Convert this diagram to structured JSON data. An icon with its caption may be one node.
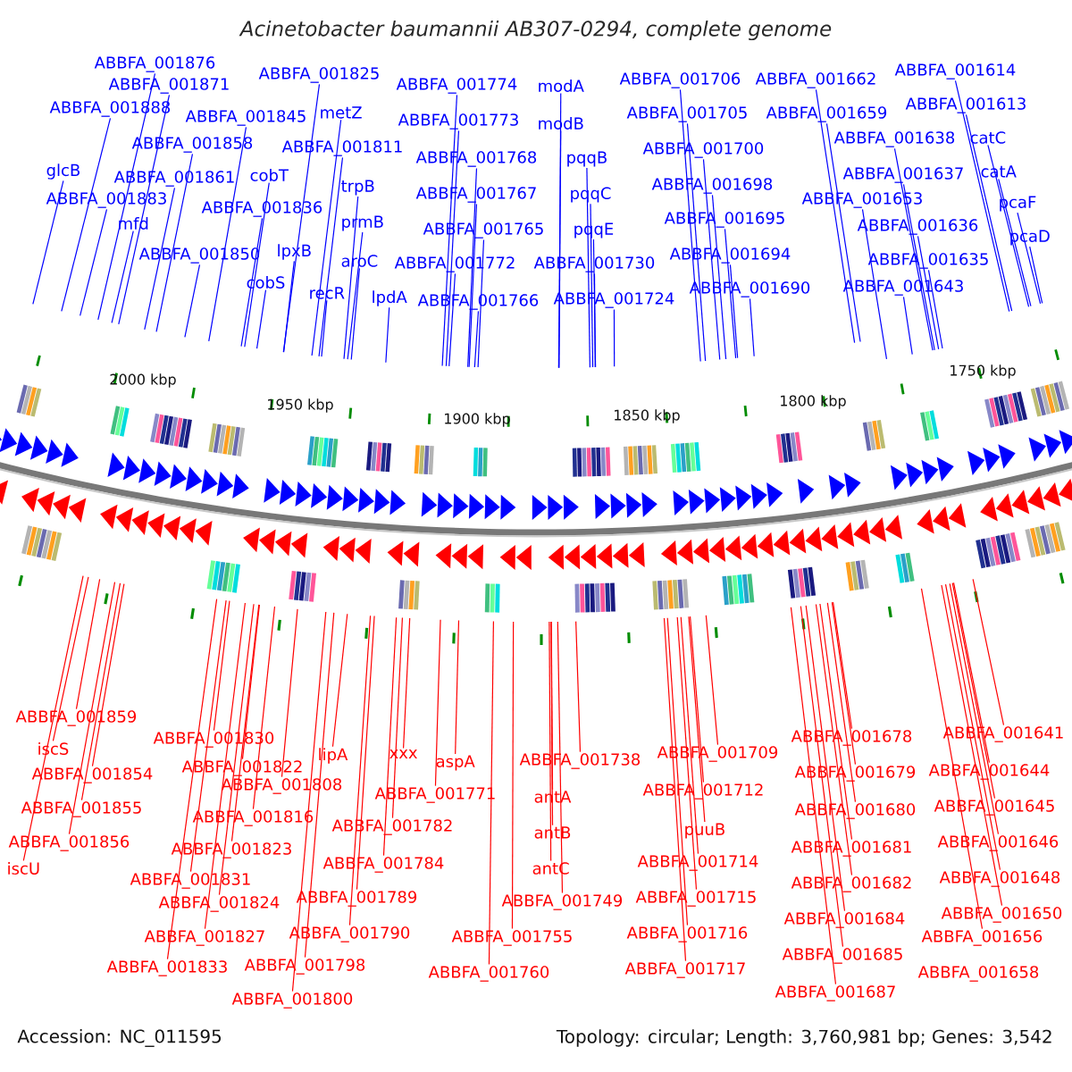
{
  "diagram": {
    "title": "Acinetobacter baumannii AB307-0294, complete genome",
    "nodes": [
      {
        "text": [
          "ABBFA_001876"
        ]
      },
      {
        "text": [
          "ABBFA_001871"
        ]
      },
      {
        "text": [
          "ABBFA_001888"
        ]
      },
      {
        "text": [
          "ABBFA_001845"
        ]
      },
      {
        "text": [
          "ABBFA_001825"
        ]
      },
      {
        "text": [
          "metZ"
        ]
      },
      {
        "text": [
          "ABBFA_001858"
        ]
      },
      {
        "text": [
          "ABBFA_001811"
        ]
      },
      {
        "text": [
          "glcB"
        ]
      },
      {
        "text": [
          "ABBFA_001861"
        ]
      },
      {
        "text": [
          "cobT"
        ]
      },
      {
        "text": [
          "trpB"
        ]
      },
      {
        "text": [
          "ABBFA_001883"
        ]
      },
      {
        "text": [
          "ABBFA_001836"
        ]
      },
      {
        "text": [
          "mfd"
        ]
      },
      {
        "text": [
          "prmB"
        ]
      },
      {
        "text": [
          "ABBFA_001850"
        ]
      },
      {
        "text": [
          "lpxB"
        ]
      },
      {
        "text": [
          "aroC"
        ]
      },
      {
        "text": [
          "cobS"
        ]
      },
      {
        "text": [
          "recR"
        ]
      },
      {
        "text": [
          "lpdA"
        ]
      },
      {
        "text": [
          "ABBFA_001774"
        ]
      },
      {
        "text": [
          "ABBFA_001773"
        ]
      },
      {
        "text": [
          "ABBFA_001768"
        ]
      },
      {
        "text": [
          "ABBFA_001767"
        ]
      },
      {
        "text": [
          "ABBFA_001765"
        ]
      },
      {
        "text": [
          "ABBFA_001772"
        ]
      },
      {
        "text": [
          "ABBFA_001766"
        ]
      },
      {
        "text": [
          "modA"
        ]
      },
      {
        "text": [
          "modB"
        ]
      },
      {
        "text": [
          "pqqB"
        ]
      },
      {
        "text": [
          "pqqC"
        ]
      },
      {
        "text": [
          "pqqE"
        ]
      },
      {
        "text": [
          "ABBFA_001730"
        ]
      },
      {
        "text": [
          "ABBFA_001724"
        ]
      },
      {
        "text": [
          "ABBFA_001706"
        ]
      },
      {
        "text": [
          "ABBFA_001705"
        ]
      },
      {
        "text": [
          "ABBFA_001700"
        ]
      },
      {
        "text": [
          "ABBFA_001698"
        ]
      },
      {
        "text": [
          "ABBFA_001695"
        ]
      },
      {
        "text": [
          "ABBFA_001694"
        ]
      },
      {
        "text": [
          "ABBFA_001690"
        ]
      },
      {
        "text": [
          "ABBFA_001662"
        ]
      },
      {
        "text": [
          "ABBFA_001659"
        ]
      },
      {
        "text": [
          "ABBFA_001638"
        ]
      },
      {
        "text": [
          "ABBFA_001637"
        ]
      },
      {
        "text": [
          "ABBFA_001653"
        ]
      },
      {
        "text": [
          "ABBFA_001636"
        ]
      },
      {
        "text": [
          "ABBFA_001635"
        ]
      },
      {
        "text": [
          "ABBFA_001643"
        ]
      },
      {
        "text": [
          "ABBFA_001614"
        ]
      },
      {
        "text": [
          "ABBFA_001613"
        ]
      },
      {
        "text": [
          "catC"
        ]
      },
      {
        "text": [
          "catA"
        ]
      },
      {
        "text": [
          "pcaF"
        ]
      },
      {
        "text": [
          "pcaD"
        ]
      },
      {
        "text": [
          "ABBFA_001859"
        ]
      },
      {
        "text": [
          "iscS"
        ]
      },
      {
        "text": [
          "ABBFA_001854"
        ]
      },
      {
        "text": [
          "ABBFA_001855"
        ]
      },
      {
        "text": [
          "ABBFA_001856"
        ]
      },
      {
        "text": [
          "iscU"
        ]
      },
      {
        "text": [
          "ABBFA_001830"
        ]
      },
      {
        "text": [
          "ABBFA_001822"
        ]
      },
      {
        "text": [
          "lipA"
        ]
      },
      {
        "text": [
          "xxx"
        ]
      },
      {
        "text": [
          "aspA"
        ]
      },
      {
        "text": [
          "ABBFA_001808"
        ]
      },
      {
        "text": [
          "ABBFA_001771"
        ]
      },
      {
        "text": [
          "ABBFA_001816"
        ]
      },
      {
        "text": [
          "ABBFA_001782"
        ]
      },
      {
        "text": [
          "ABBFA_001823"
        ]
      },
      {
        "text": [
          "ABBFA_001784"
        ]
      },
      {
        "text": [
          "ABBFA_001831"
        ]
      },
      {
        "text": [
          "ABBFA_001824"
        ]
      },
      {
        "text": [
          "ABBFA_001789"
        ]
      },
      {
        "text": [
          "ABBFA_001827"
        ]
      },
      {
        "text": [
          "ABBFA_001790"
        ]
      },
      {
        "text": [
          "ABBFA_001833"
        ]
      },
      {
        "text": [
          "ABBFA_001798"
        ]
      },
      {
        "text": [
          "ABBFA_001800"
        ]
      },
      {
        "text": [
          "ABBFA_001738"
        ]
      },
      {
        "text": [
          "antA"
        ]
      },
      {
        "text": [
          "antB"
        ]
      },
      {
        "text": [
          "antC"
        ]
      },
      {
        "text": [
          "ABBFA_001749"
        ]
      },
      {
        "text": [
          "ABBFA_001755"
        ]
      },
      {
        "text": [
          "ABBFA_001760"
        ]
      },
      {
        "text": [
          "ABBFA_001709"
        ]
      },
      {
        "text": [
          "ABBFA_001712"
        ]
      },
      {
        "text": [
          "puuB"
        ]
      },
      {
        "text": [
          "ABBFA_001714"
        ]
      },
      {
        "text": [
          "ABBFA_001715"
        ]
      },
      {
        "text": [
          "ABBFA_001716"
        ]
      },
      {
        "text": [
          "ABBFA_001717"
        ]
      },
      {
        "text": [
          "ABBFA_001678"
        ]
      },
      {
        "text": [
          "ABBFA_001679"
        ]
      },
      {
        "text": [
          "ABBFA_001680"
        ]
      },
      {
        "text": [
          "ABBFA_001681"
        ]
      },
      {
        "text": [
          "ABBFA_001682"
        ]
      },
      {
        "text": [
          "ABBFA_001684"
        ]
      },
      {
        "text": [
          "ABBFA_001685"
        ]
      },
      {
        "text": [
          "ABBFA_001687"
        ]
      },
      {
        "text": [
          "ABBFA_001641"
        ]
      },
      {
        "text": [
          "ABBFA_001644"
        ]
      },
      {
        "text": [
          "ABBFA_001645"
        ]
      },
      {
        "text": [
          "ABBFA_001646"
        ]
      },
      {
        "text": [
          "ABBFA_001648"
        ]
      },
      {
        "text": [
          "ABBFA_001650"
        ]
      },
      {
        "text": [
          "ABBFA_001656"
        ]
      },
      {
        "text": [
          "ABBFA_001658"
        ]
      }
    ],
    "edges": [
      {
        "from": 0,
        "to": null,
        "arrow": "none"
      },
      {
        "from": 1,
        "to": null,
        "arrow": "none"
      },
      {
        "from": 2,
        "to": null,
        "arrow": "none"
      },
      {
        "from": 3,
        "to": null,
        "arrow": "none"
      },
      {
        "from": 4,
        "to": null,
        "arrow": "none"
      },
      {
        "from": 5,
        "to": null,
        "arrow": "none"
      },
      {
        "from": 6,
        "to": null,
        "arrow": "none"
      },
      {
        "from": 7,
        "to": null,
        "arrow": "none"
      },
      {
        "from": 8,
        "to": null,
        "arrow": "none"
      },
      {
        "from": 9,
        "to": null,
        "arrow": "none"
      },
      {
        "from": 10,
        "to": null,
        "arrow": "none"
      },
      {
        "from": 11,
        "to": null,
        "arrow": "none"
      },
      {
        "from": 12,
        "to": null,
        "arrow": "none"
      },
      {
        "from": 13,
        "to": null,
        "arrow": "none"
      },
      {
        "from": 14,
        "to": null,
        "arrow": "none"
      },
      {
        "from": 15,
        "to": null,
        "arrow": "none"
      },
      {
        "from": 16,
        "to": null,
        "arrow": "none"
      },
      {
        "from": 17,
        "to": null,
        "arrow": "none"
      },
      {
        "from": 18,
        "to": null,
        "arrow": "none"
      },
      {
        "from": 19,
        "to": null,
        "arrow": "none"
      },
      {
        "from": 20,
        "to": null,
        "arrow": "none"
      },
      {
        "from": 21,
        "to": null,
        "arrow": "none"
      },
      {
        "from": 22,
        "to": null,
        "arrow": "none"
      },
      {
        "from": 23,
        "to": null,
        "arrow": "none"
      },
      {
        "from": 24,
        "to": null,
        "arrow": "none"
      },
      {
        "from": 25,
        "to": null,
        "arrow": "none"
      },
      {
        "from": 26,
        "to": null,
        "arrow": "none"
      },
      {
        "from": 27,
        "to": null,
        "arrow": "none"
      },
      {
        "from": 28,
        "to": null,
        "arrow": "none"
      },
      {
        "from": 29,
        "to": null,
        "arrow": "none"
      },
      {
        "from": 30,
        "to": null,
        "arrow": "none"
      },
      {
        "from": 31,
        "to": null,
        "arrow": "none"
      },
      {
        "from": 32,
        "to": null,
        "arrow": "none"
      },
      {
        "from": 33,
        "to": null,
        "arrow": "none"
      },
      {
        "from": 34,
        "to": null,
        "arrow": "none"
      },
      {
        "from": 35,
        "to": null,
        "arrow": "none"
      },
      {
        "from": 36,
        "to": null,
        "arrow": "none"
      },
      {
        "from": 37,
        "to": null,
        "arrow": "none"
      },
      {
        "from": 38,
        "to": null,
        "arrow": "none"
      },
      {
        "from": 39,
        "to": null,
        "arrow": "none"
      },
      {
        "from": 40,
        "to": null,
        "arrow": "none"
      },
      {
        "from": 41,
        "to": null,
        "arrow": "none"
      },
      {
        "from": 42,
        "to": null,
        "arrow": "none"
      },
      {
        "from": 43,
        "to": null,
        "arrow": "none"
      },
      {
        "from": 44,
        "to": null,
        "arrow": "none"
      },
      {
        "from": 45,
        "to": null,
        "arrow": "none"
      },
      {
        "from": 46,
        "to": null,
        "arrow": "none"
      },
      {
        "from": 47,
        "to": null,
        "arrow": "none"
      },
      {
        "from": 48,
        "to": null,
        "arrow": "none"
      },
      {
        "from": 49,
        "to": null,
        "arrow": "none"
      },
      {
        "from": 50,
        "to": null,
        "arrow": "none"
      },
      {
        "from": 51,
        "to": null,
        "arrow": "none"
      },
      {
        "from": 52,
        "to": null,
        "arrow": "none"
      },
      {
        "from": 53,
        "to": null,
        "arrow": "none"
      },
      {
        "from": 54,
        "to": null,
        "arrow": "none"
      },
      {
        "from": 55,
        "to": null,
        "arrow": "none"
      },
      {
        "from": 56,
        "to": null,
        "arrow": "none"
      },
      {
        "from": 57,
        "to": null,
        "arrow": "none",
        "color": "#ff0000"
      },
      {
        "from": 58,
        "to": null,
        "arrow": "none",
        "color": "#ff0000"
      },
      {
        "from": 59,
        "to": null,
        "arrow": "none",
        "color": "#ff0000"
      },
      {
        "from": 60,
        "to": null,
        "arrow": "none",
        "color": "#ff0000"
      },
      {
        "from": 61,
        "to": null,
        "arrow": "none",
        "color": "#ff0000"
      },
      {
        "from": 62,
        "to": null,
        "arrow": "none",
        "color": "#ff0000"
      },
      {
        "from": 63,
        "to": null,
        "arrow": "none",
        "color": "#ff0000"
      },
      {
        "from": 64,
        "to": null,
        "arrow": "none",
        "color": "#ff0000"
      },
      {
        "from": 65,
        "to": null,
        "arrow": "none",
        "color": "#ff0000"
      },
      {
        "from": 66,
        "to": null,
        "arrow": "none",
        "color": "#ff0000"
      },
      {
        "from": 67,
        "to": null,
        "arrow": "none",
        "color": "#ff0000"
      },
      {
        "from": 68,
        "to": null,
        "arrow": "none",
        "color": "#ff0000"
      },
      {
        "from": 69,
        "to": null,
        "arrow": "none",
        "color": "#ff0000"
      },
      {
        "from": 70,
        "to": null,
        "arrow": "none",
        "color": "#ff0000"
      },
      {
        "from": 71,
        "to": null,
        "arrow": "none",
        "color": "#ff0000"
      },
      {
        "from": 72,
        "to": null,
        "arrow": "none",
        "color": "#ff0000"
      },
      {
        "from": 73,
        "to": null,
        "arrow": "none",
        "color": "#ff0000"
      },
      {
        "from": 74,
        "to": null,
        "arrow": "none",
        "color": "#ff0000"
      },
      {
        "from": 75,
        "to": null,
        "arrow": "none",
        "color": "#ff0000"
      },
      {
        "from": 76,
        "to": null,
        "arrow": "none",
        "color": "#ff0000"
      },
      {
        "from": 77,
        "to": null,
        "arrow": "none",
        "color": "#ff0000"
      },
      {
        "from": 78,
        "to": null,
        "arrow": "none",
        "color": "#ff0000"
      },
      {
        "from": 79,
        "to": null,
        "arrow": "none",
        "color": "#ff0000"
      },
      {
        "from": 80,
        "to": null,
        "arrow": "none",
        "color": "#ff0000"
      },
      {
        "from": 81,
        "to": null,
        "arrow": "none",
        "color": "#ff0000"
      },
      {
        "from": 82,
        "to": null,
        "arrow": "none",
        "color": "#ff0000"
      },
      {
        "from": 83,
        "to": null,
        "arrow": "none",
        "color": "#ff0000"
      },
      {
        "from": 84,
        "to": null,
        "arrow": "none",
        "color": "#ff0000"
      },
      {
        "from": 85,
        "to": null,
        "arrow": "none",
        "color": "#ff0000"
      },
      {
        "from": 86,
        "to": null,
        "arrow": "none",
        "color": "#ff0000"
      },
      {
        "from": 87,
        "to": null,
        "arrow": "none",
        "color": "#ff0000"
      },
      {
        "from": 88,
        "to": null,
        "arrow": "none",
        "color": "#ff0000"
      },
      {
        "from": 89,
        "to": null,
        "arrow": "none",
        "color": "#ff0000"
      },
      {
        "from": 90,
        "to": null,
        "arrow": "none",
        "color": "#ff0000"
      },
      {
        "from": 91,
        "to": null,
        "arrow": "none",
        "color": "#ff0000"
      },
      {
        "from": 92,
        "to": null,
        "arrow": "none",
        "color": "#ff0000"
      },
      {
        "from": 93,
        "to": null,
        "arrow": "none",
        "color": "#ff0000"
      },
      {
        "from": 94,
        "to": null,
        "arrow": "none",
        "color": "#ff0000"
      },
      {
        "from": 95,
        "to": null,
        "arrow": "none",
        "color": "#ff0000"
      },
      {
        "from": 96,
        "to": null,
        "arrow": "none",
        "color": "#ff0000"
      },
      {
        "from": 97,
        "to": null,
        "arrow": "none",
        "color": "#ff0000"
      },
      {
        "from": 98,
        "to": null,
        "arrow": "none",
        "color": "#ff0000"
      },
      {
        "from": 99,
        "to": null,
        "arrow": "none",
        "color": "#ff0000"
      },
      {
        "from": 100,
        "to": null,
        "arrow": "none",
        "color": "#ff0000"
      },
      {
        "from": 101,
        "to": null,
        "arrow": "none",
        "color": "#ff0000"
      },
      {
        "from": 102,
        "to": null,
        "arrow": "none",
        "color": "#ff0000"
      },
      {
        "from": 103,
        "to": null,
        "arrow": "none",
        "color": "#ff0000"
      },
      {
        "from": 104,
        "to": null,
        "arrow": "none",
        "color": "#ff0000"
      },
      {
        "from": 105,
        "to": null,
        "arrow": "none",
        "color": "#ff0000"
      },
      {
        "from": 106,
        "to": null,
        "arrow": "none",
        "color": "#ff0000"
      },
      {
        "from": 107,
        "to": null,
        "arrow": "none",
        "color": "#ff0000"
      },
      {
        "from": 108,
        "to": null,
        "arrow": "none",
        "color": "#ff0000"
      },
      {
        "from": 109,
        "to": null,
        "arrow": "none",
        "color": "#ff0000"
      },
      {
        "from": 110,
        "to": null,
        "arrow": "none",
        "color": "#ff0000"
      }
    ],
    "labels": [
      "2000 kbp",
      "1950 kbp",
      "1900 kbp",
      "1850 kbp",
      "1800 kbp",
      "1750 kbp",
      "Accession: NC_011595",
      "Topology: circular; Length: 3,760,981 bp; Genes: 3,542"
    ]
  }
}
